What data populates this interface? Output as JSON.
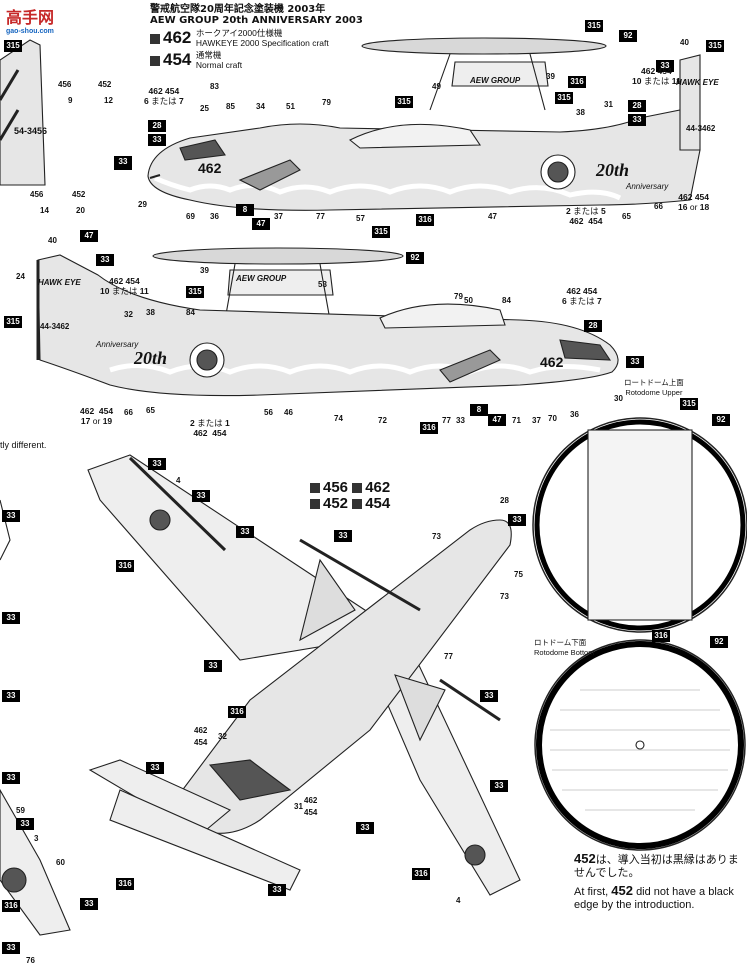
{
  "header": {
    "site_logo_text": "高手网",
    "site_url": "gao-shou.com",
    "title_jp": "警戒航空隊20周年記念塗装機 2003年",
    "title_en": "AEW GROUP 20th ANNIVERSARY 2003",
    "variant_462_no": "462",
    "variant_462_jp": "ホークアイ2000仕様機",
    "variant_462_en": "HAWKEYE 2000 Specification craft",
    "variant_454_no": "454",
    "variant_454_jp": "通常機",
    "variant_454_en": "Normal craft",
    "color_dark": "#3a3a3a"
  },
  "top_view": {
    "callouts": [
      "315",
      "92",
      "316",
      "49",
      "39",
      "79",
      "51",
      "34",
      "85",
      "25",
      "83",
      "315",
      "40",
      "315",
      "33",
      "28",
      "33",
      "31",
      "38",
      "47",
      "66",
      "65",
      "57",
      "77",
      "37",
      "47",
      "8",
      "36",
      "69",
      "29",
      "33",
      "28",
      "33",
      "315",
      "316"
    ],
    "tail_text": "HAWK EYE",
    "tail_serial": "44-3462",
    "rotodome_text": "AEW GROUP",
    "nose_no": "462",
    "anniv_text": "20th",
    "anniv_script": "Anniversary",
    "opt1_a": "462",
    "opt1_b": "454",
    "opt1_c": "16",
    "opt1_d": "18",
    "opt2_a": "2",
    "opt2_b": "5",
    "opt2_c": "462",
    "opt2_d": "454",
    "opt3_a": "462",
    "opt3_b": "454",
    "opt3_c": "10",
    "opt3_d": "11",
    "opt4_a": "462",
    "opt4_b": "454",
    "opt4_c": "6",
    "opt4_d": "7",
    "matawa": "または",
    "or": "or"
  },
  "left_partial": {
    "c315": "315",
    "c456a": "456",
    "c452a": "452",
    "c9": "9",
    "c12": "12",
    "serial": "54-3456",
    "c33": "33",
    "c456b": "456",
    "c452b": "452",
    "c14": "14",
    "c20": "20",
    "c24": "24"
  },
  "mid_view": {
    "callouts": [
      "40",
      "47",
      "33",
      "315",
      "39",
      "53",
      "92",
      "315",
      "315",
      "79",
      "50",
      "84",
      "28",
      "33",
      "32",
      "38",
      "84",
      "30",
      "66",
      "65",
      "56",
      "46",
      "74",
      "72",
      "316",
      "77",
      "33",
      "8",
      "47",
      "71",
      "37",
      "70",
      "36"
    ],
    "tail_text": "HAWK EYE",
    "tail_serial": "44-3462",
    "nose_no": "462",
    "anniv_text": "20th",
    "anniv_script": "Anniversary",
    "rotodome_text": "AEW GROUP",
    "opt1_a": "462",
    "opt1_b": "454",
    "opt1_c": "10",
    "opt1_d": "11",
    "opt2_a": "462",
    "opt2_b": "454",
    "opt2_c": "6",
    "opt2_d": "7",
    "opt3_a": "462",
    "opt3_b": "454",
    "opt3_c": "17",
    "opt3_d": "19",
    "opt4_a": "462",
    "opt4_b": "454",
    "opt4_c": "2",
    "opt4_d": "1",
    "matawa": "または",
    "or": "or"
  },
  "cutoff_text": "tly different.",
  "plan_view": {
    "legend": [
      "456",
      "462",
      "452",
      "454"
    ],
    "callouts": [
      "33",
      "4",
      "33",
      "33",
      "316",
      "33",
      "28",
      "33",
      "73",
      "75",
      "73",
      "77",
      "33",
      "316",
      "33",
      "462",
      "454",
      "32",
      "31",
      "462",
      "454",
      "33",
      "33",
      "33",
      "316",
      "316",
      "33",
      "4"
    ],
    "left_edge": [
      "33",
      "33",
      "33",
      "33",
      "59",
      "33",
      "3",
      "60",
      "316",
      "33",
      "33",
      "76"
    ]
  },
  "rotodome_upper": {
    "title_jp": "ロートドーム上面",
    "title_en": "Rotodome Upper",
    "c315": "315",
    "c92": "92"
  },
  "rotodome_bottom": {
    "title_jp": "ロトドーム下面",
    "title_en": "Rotodome Bottom",
    "c316": "316",
    "c92": "92"
  },
  "footnote": {
    "jp_no": "452",
    "jp_text": "は、導入当初は黒縁はありませんでした。",
    "en_pre": "At first,",
    "en_no": "452",
    "en_post": "did not have a black edge by the introduction."
  }
}
